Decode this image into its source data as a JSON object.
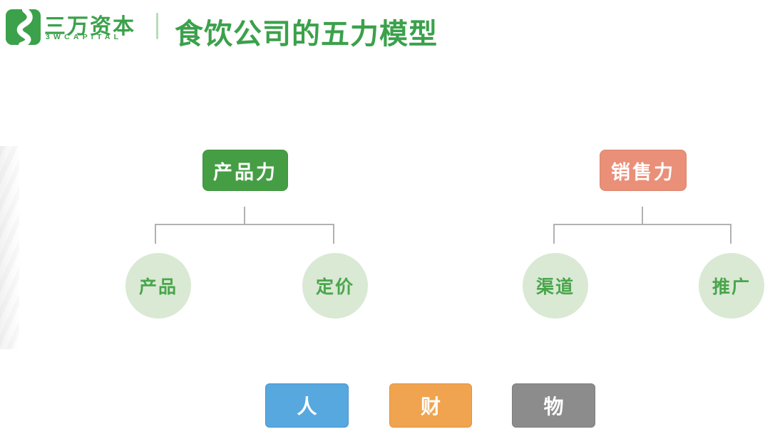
{
  "header": {
    "logo": {
      "icon": "3w-capital-logo",
      "name": "三万资本",
      "subtitle": "3WCAPITAL"
    },
    "title": "食饮公司的五力模型"
  },
  "diagram": {
    "trees": [
      {
        "root": {
          "label": "产品力",
          "color": "#459e44"
        },
        "children": [
          {
            "label": "产品"
          },
          {
            "label": "定价"
          }
        ]
      },
      {
        "root": {
          "label": "销售力",
          "color": "#ea8f78"
        },
        "children": [
          {
            "label": "渠道"
          },
          {
            "label": "推广"
          }
        ]
      }
    ],
    "child_node_style": {
      "fill": "#d9e9d4",
      "text_color": "#4aa54c"
    },
    "connector_line_color": "#b1b1b1",
    "bottom_row": [
      {
        "label": "人",
        "color": "#58a8e0"
      },
      {
        "label": "财",
        "color": "#f0a44f"
      },
      {
        "label": "物",
        "color": "#8c8c8c"
      }
    ]
  },
  "colors": {
    "brand_green": "#3ba14b",
    "divider_light_green": "#b8dcb8",
    "background": "#ffffff"
  }
}
